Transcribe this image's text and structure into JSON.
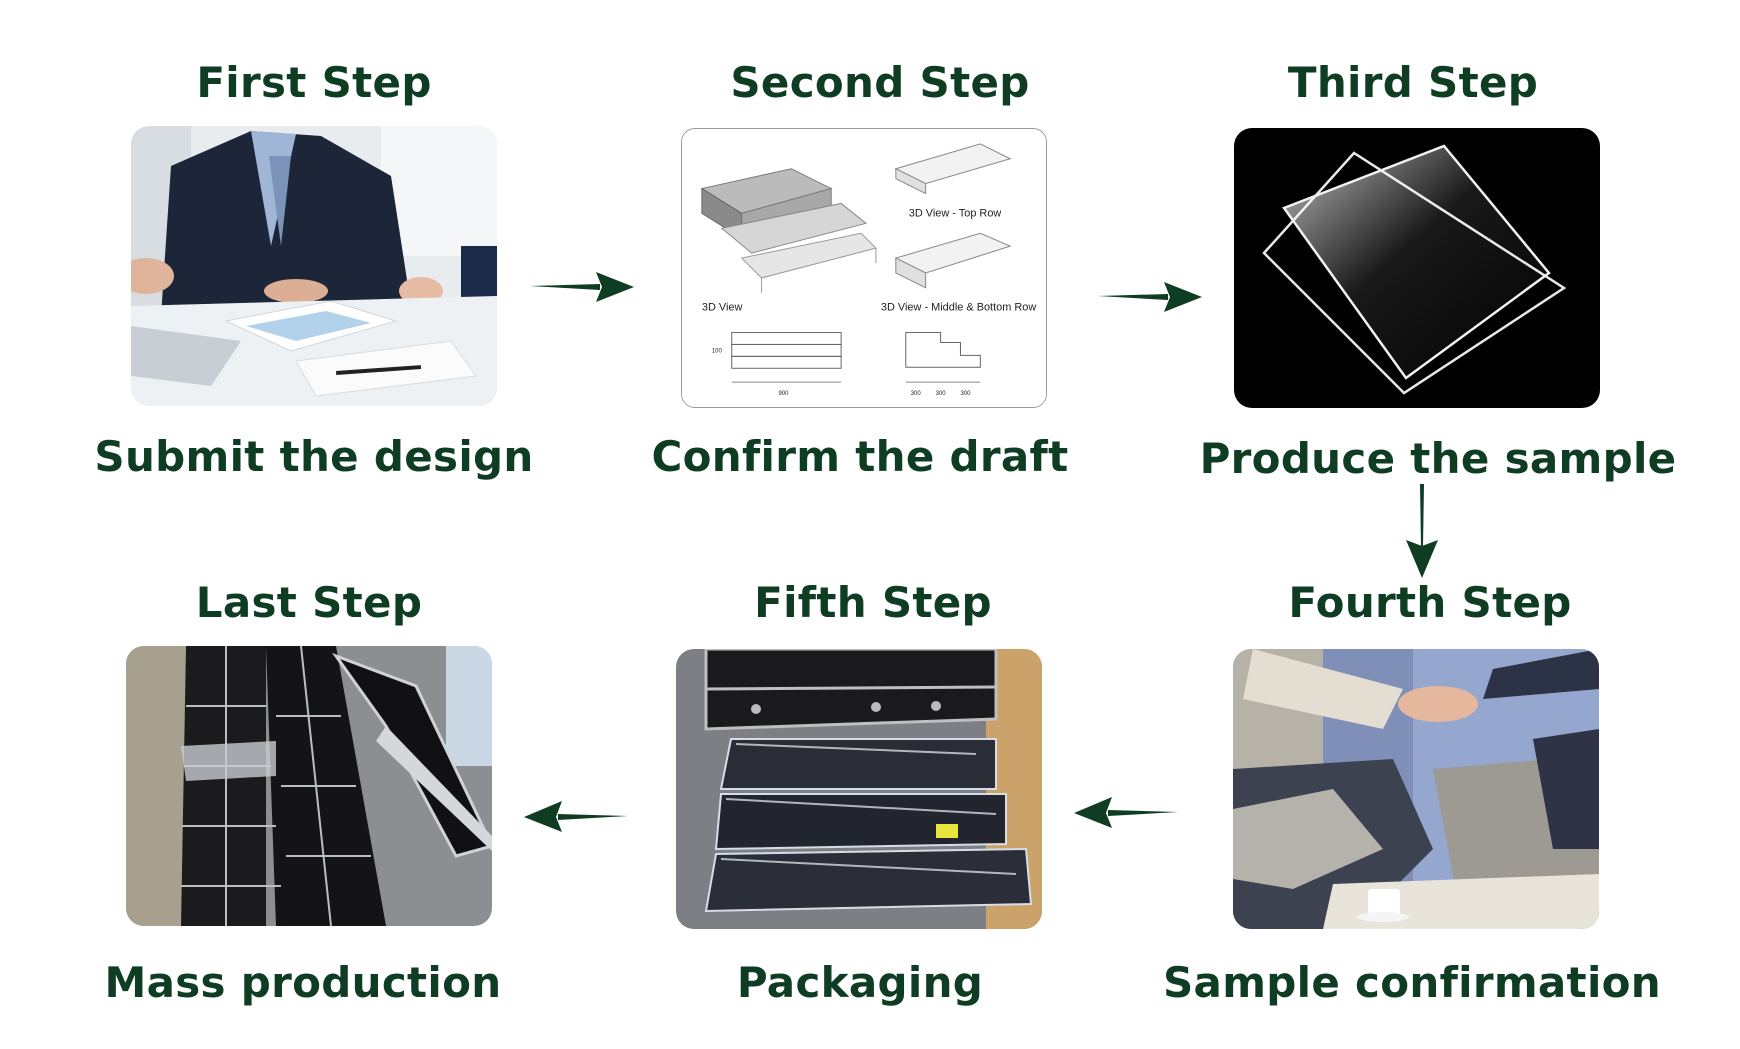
{
  "colors": {
    "accent": "#0f3d24",
    "background": "#ffffff"
  },
  "steps": [
    {
      "title": "First Step",
      "caption": "Submit the design"
    },
    {
      "title": "Second Step",
      "caption": "Confirm the draft"
    },
    {
      "title": "Third Step",
      "caption": "Produce the sample"
    },
    {
      "title": "Fourth Step",
      "caption": "Sample confirmation"
    },
    {
      "title": "Fifth Step",
      "caption": "Packaging"
    },
    {
      "title": "Last Step",
      "caption": "Mass production"
    }
  ],
  "draft": {
    "view_3d": "3D View",
    "view_top": "3D View - Top Row",
    "view_middle_bottom": "3D View - Middle & Bottom Row",
    "dim_total": "900",
    "dim_a": "300",
    "dim_b": "300",
    "dim_c": "300",
    "dim_side": "100"
  }
}
